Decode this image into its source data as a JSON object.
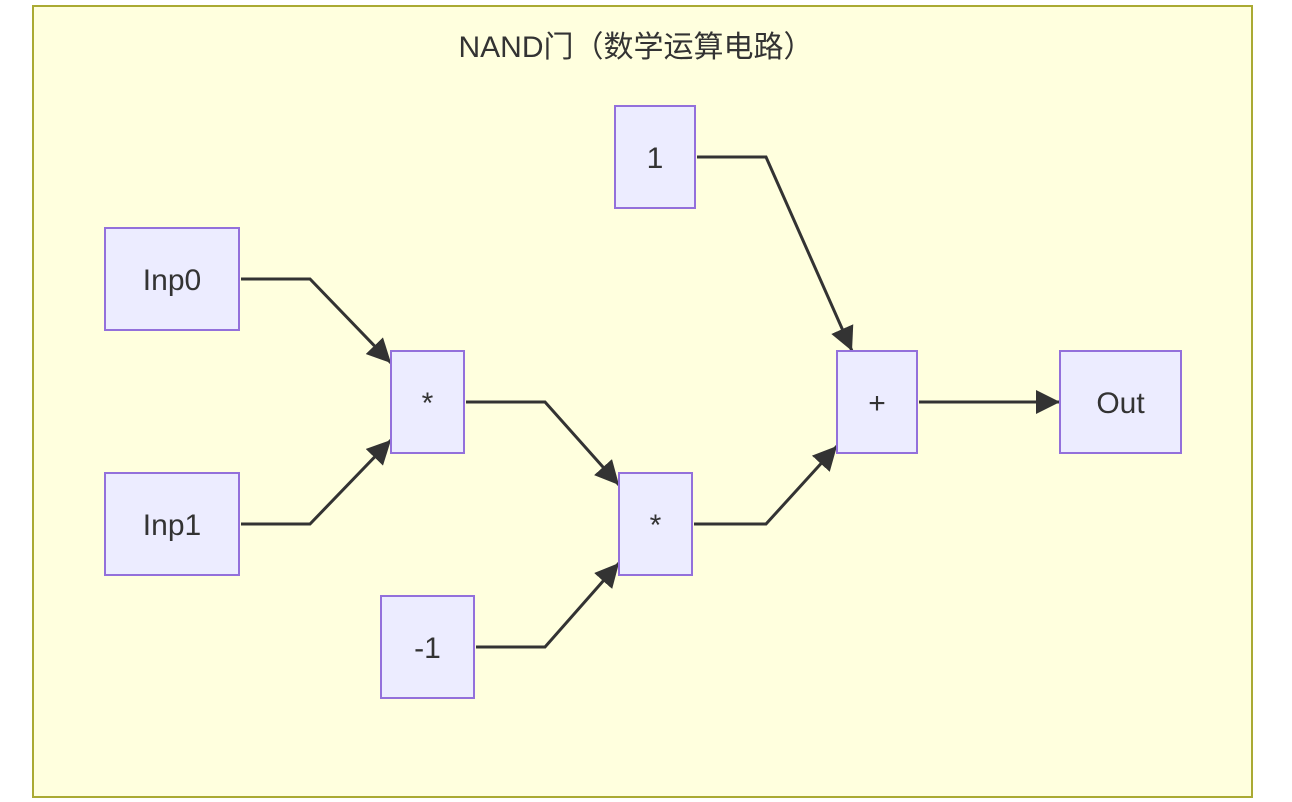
{
  "cluster": {
    "title": "NAND门（数学运算电路）"
  },
  "colors": {
    "cluster_fill": "#ffffde",
    "cluster_stroke": "#aaaa33",
    "node_fill": "#ececff",
    "node_stroke": "#9370db",
    "edge": "#333333",
    "text": "#333333"
  },
  "nodes": [
    {
      "id": "inp0",
      "label": "Inp0"
    },
    {
      "id": "inp1",
      "label": "Inp1"
    },
    {
      "id": "mul1",
      "label": "*"
    },
    {
      "id": "neg1",
      "label": "-1"
    },
    {
      "id": "mul2",
      "label": "*"
    },
    {
      "id": "one",
      "label": "1"
    },
    {
      "id": "add",
      "label": "+"
    },
    {
      "id": "out",
      "label": "Out"
    }
  ],
  "edges": [
    {
      "from": "inp0",
      "to": "mul1"
    },
    {
      "from": "inp1",
      "to": "mul1"
    },
    {
      "from": "mul1",
      "to": "mul2"
    },
    {
      "from": "neg1",
      "to": "mul2"
    },
    {
      "from": "one",
      "to": "add"
    },
    {
      "from": "mul2",
      "to": "add"
    },
    {
      "from": "add",
      "to": "out"
    }
  ]
}
